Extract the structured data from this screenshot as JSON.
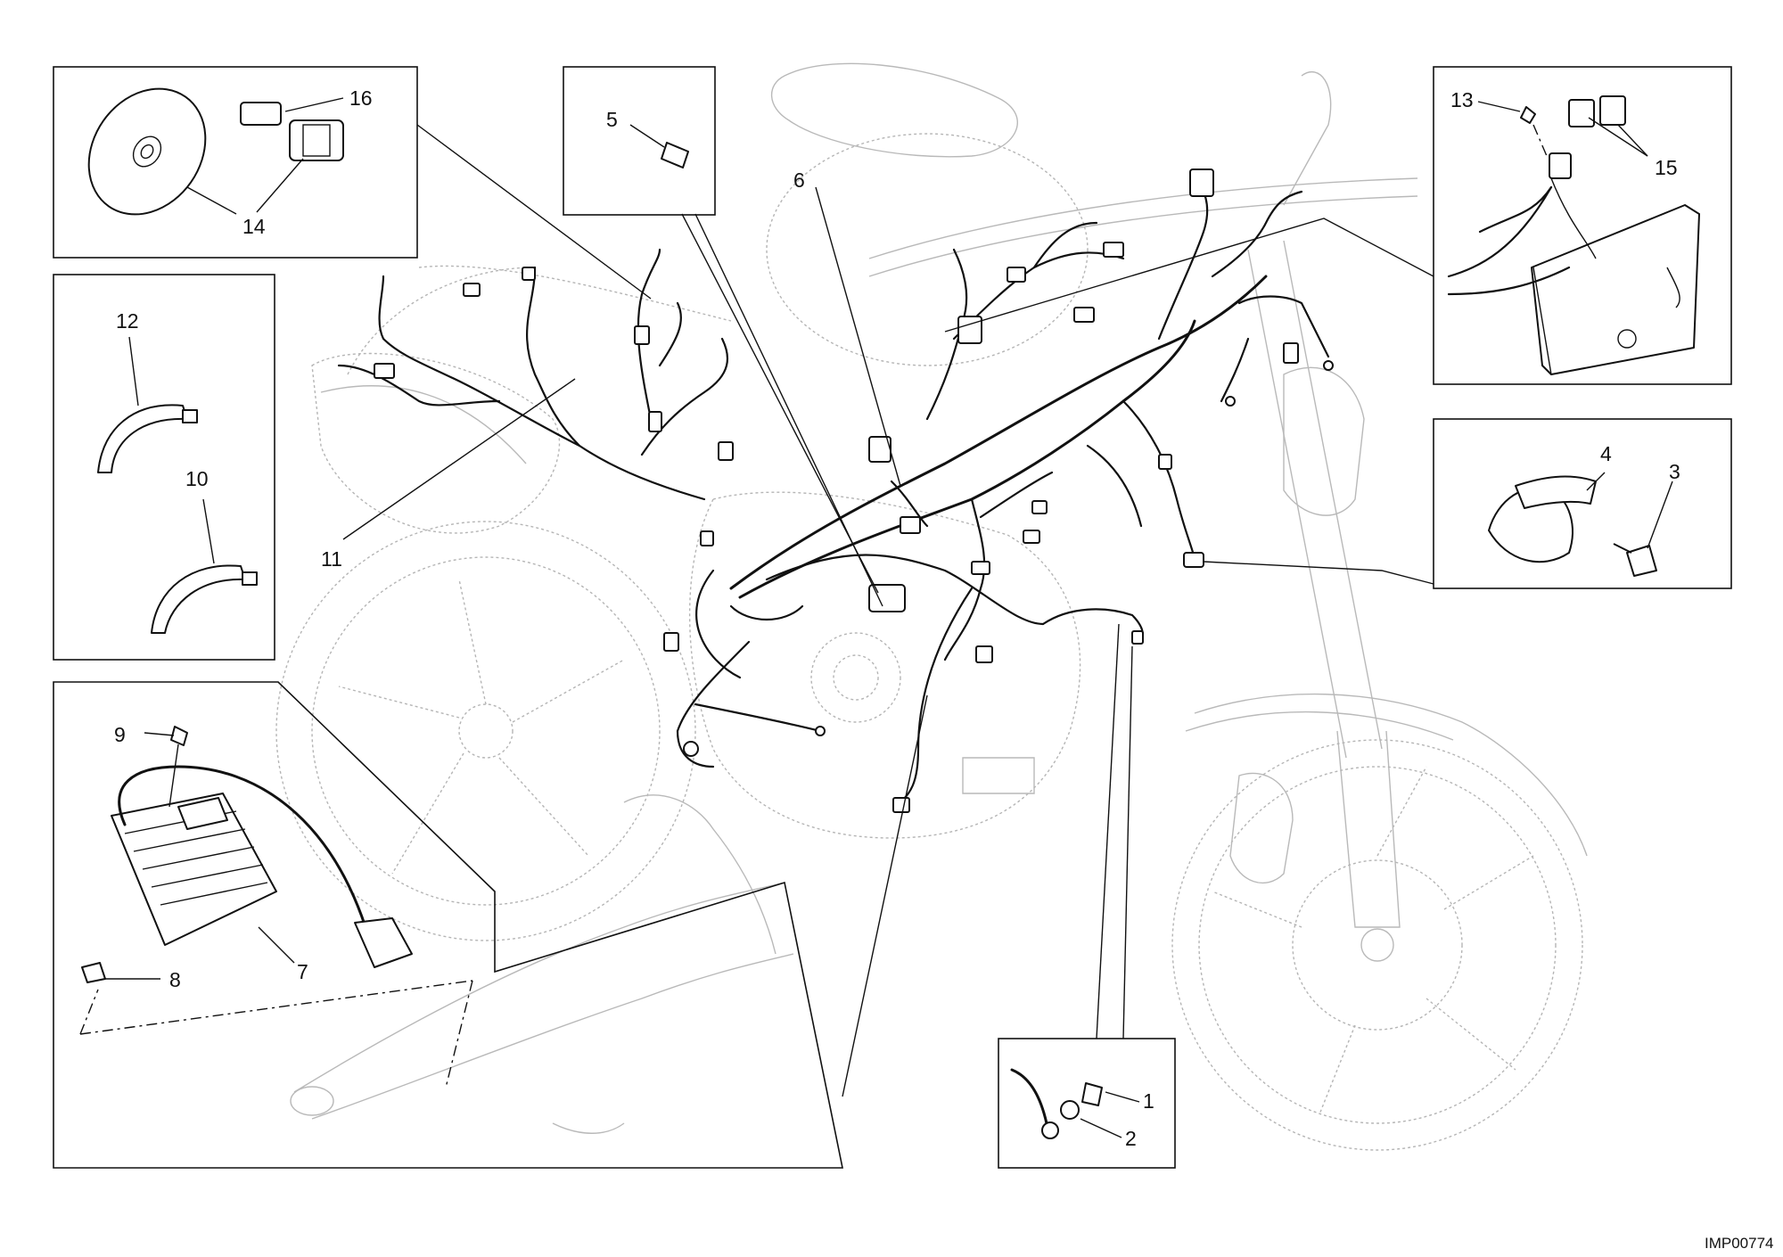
{
  "drawing": {
    "code": "IMP00774",
    "callouts": [
      "1",
      "2",
      "3",
      "4",
      "5",
      "6",
      "7",
      "8",
      "9",
      "10",
      "11",
      "12",
      "13",
      "14",
      "15",
      "16"
    ]
  },
  "colors": {
    "ink": "#111111",
    "ghost": "#b5b5b5",
    "background": "#ffffff"
  }
}
